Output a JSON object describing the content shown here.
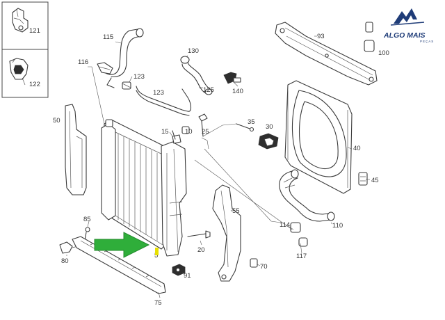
{
  "logo": {
    "name": "ALGO MAIS",
    "tagline": "PEÇAS",
    "brand_color": "#1f3c78"
  },
  "highlight": {
    "arrow_color": "#2fae3a",
    "target_mark_color": "#e7e000"
  },
  "callouts": {
    "p121": "121",
    "p122": "122",
    "p115": "115",
    "p116": "116",
    "p123a": "123",
    "p123b": "123",
    "p130": "130",
    "p125": "125",
    "p140": "140",
    "p93": "93",
    "p100": "100",
    "p50": "50",
    "p15": "15",
    "p10": "10",
    "p25": "25",
    "p35": "35",
    "p30": "30",
    "p40": "40",
    "p45": "45",
    "p55": "55",
    "p114": "114",
    "p110": "110",
    "p117": "117",
    "p85": "85",
    "p80": "80",
    "p20": "20",
    "p5": "5",
    "p70": "70",
    "p91": "91",
    "p75": "75"
  }
}
